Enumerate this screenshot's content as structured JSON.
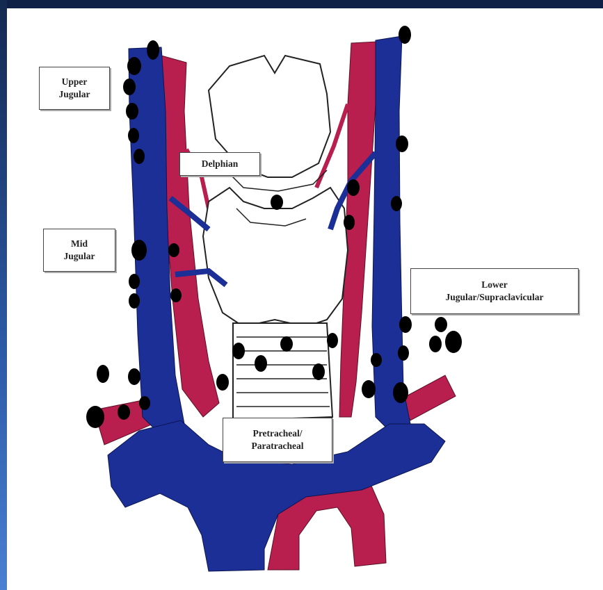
{
  "labels": {
    "upper_jugular": {
      "line1": "Upper",
      "line2": "Jugular"
    },
    "delphian": {
      "line1": "Delphian"
    },
    "mid_jugular": {
      "line1": "Mid",
      "line2": "Jugular"
    },
    "lower_jugular": {
      "line1": "Lower",
      "line2": "Jugular/Supraclavicular"
    },
    "pretracheal": {
      "line1": "Pretracheal/",
      "line2": "Paratracheal"
    }
  },
  "colors": {
    "vein": "#1c2f96",
    "artery": "#b81e4e",
    "node": "#000000",
    "frame": "#0f2247"
  }
}
